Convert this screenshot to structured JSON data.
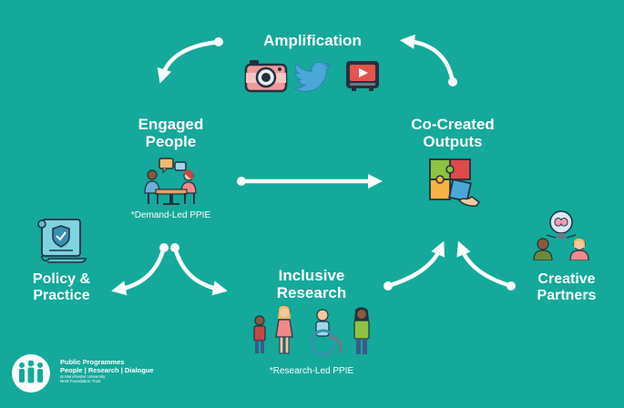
{
  "nodes": {
    "amplification": "Amplification",
    "engaged_people": "Engaged\nPeople",
    "engaged_note": "*Demand-Led PPIE",
    "co_created": "Co-Created\nOutputs",
    "policy": "Policy &\nPractice",
    "inclusive": "Inclusive\nResearch",
    "inclusive_note": "*Research-Led PPIE",
    "creative": "Creative\nPartners"
  },
  "logo": {
    "line1": "Public Programmes",
    "line2": "People | Research | Dialogue",
    "line3": "at Manchester University",
    "line4": "NHS Foundation Trust"
  },
  "colors": {
    "background": "#14a99a",
    "text": "#ffffff",
    "arrow": "#ffffff"
  },
  "icons": [
    "camera-icon",
    "twitter-bird-icon",
    "video-player-icon",
    "meeting-people-icon",
    "puzzle-hand-icon",
    "policy-document-icon",
    "diverse-people-icon",
    "brain-idea-people-icon",
    "public-programmes-logo-icon"
  ]
}
